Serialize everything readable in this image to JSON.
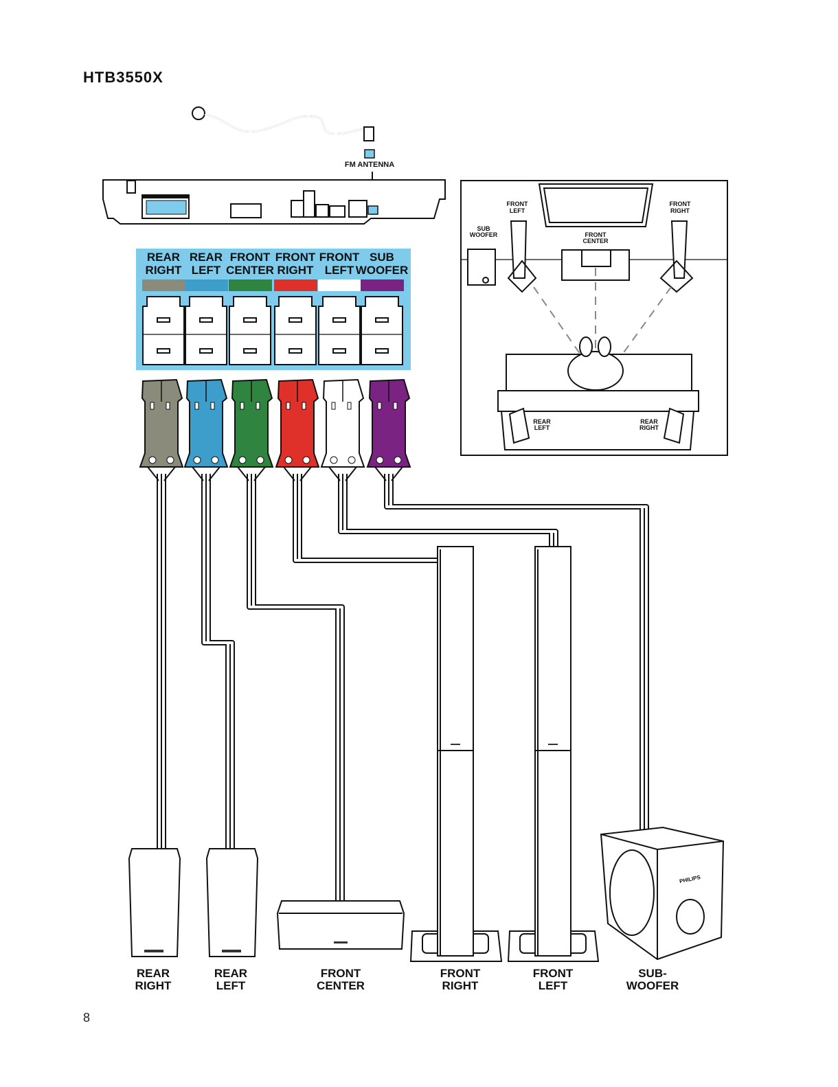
{
  "title": "HTB3550X",
  "page_number": "8",
  "antenna_label": "FM ANTENNA",
  "panel": {
    "background": "#7ecbec",
    "channels": [
      {
        "line1": "REAR",
        "line2": "RIGHT",
        "color": "#8b8b7b"
      },
      {
        "line1": "REAR",
        "line2": "LEFT",
        "color": "#3d9ecb"
      },
      {
        "line1": "FRONT",
        "line2": "CENTER",
        "color": "#2f8540"
      },
      {
        "line1": "FRONT",
        "line2": "RIGHT",
        "color": "#e0302a"
      },
      {
        "line1": "FRONT",
        "line2": "LEFT",
        "color": "#ffffff"
      },
      {
        "line1": "SUB",
        "line2": "WOOFER",
        "color": "#7a2382"
      }
    ]
  },
  "room": {
    "front_left": [
      "FRONT",
      "LEFT"
    ],
    "front_right": [
      "FRONT",
      "RIGHT"
    ],
    "front_center": [
      "FRONT",
      "CENTER"
    ],
    "subwoofer": [
      "SUB",
      "WOOFER"
    ],
    "rear_left": [
      "REAR",
      "LEFT"
    ],
    "rear_right": [
      "REAR",
      "RIGHT"
    ]
  },
  "speakers": [
    {
      "line1": "REAR",
      "line2": "RIGHT"
    },
    {
      "line1": "REAR",
      "line2": "LEFT"
    },
    {
      "line1": "FRONT",
      "line2": "CENTER"
    },
    {
      "line1": "FRONT",
      "line2": "RIGHT"
    },
    {
      "line1": "FRONT",
      "line2": "LEFT"
    },
    {
      "line1": "SUB-",
      "line2": "WOOFER"
    }
  ],
  "brand": "PHILIPS"
}
